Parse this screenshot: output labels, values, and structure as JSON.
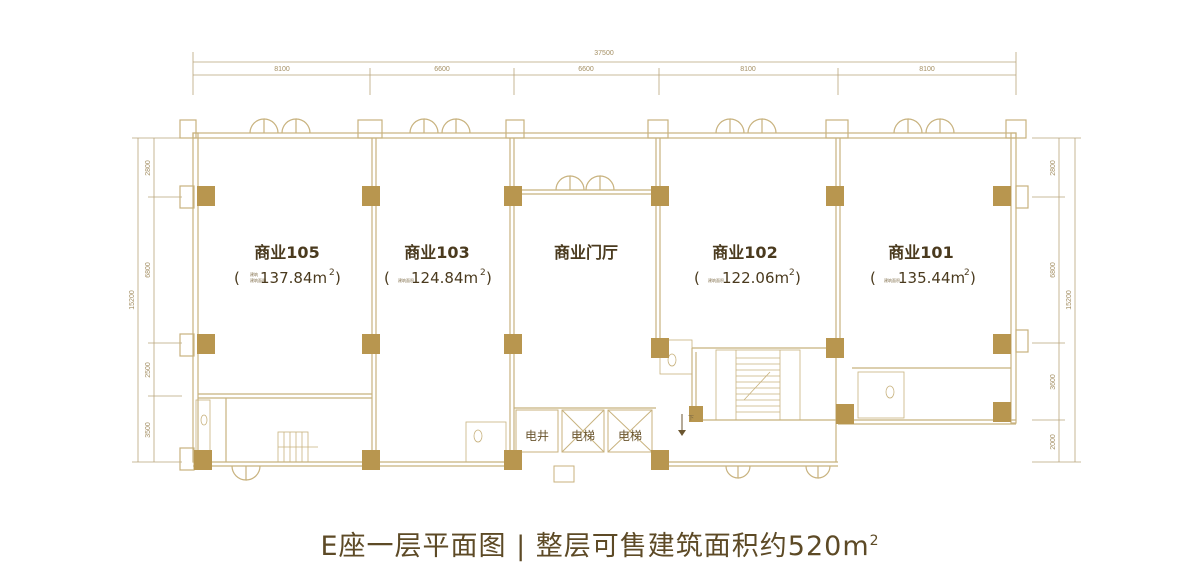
{
  "plan": {
    "colors": {
      "wall": "#c8b27e",
      "column": "#b8964f",
      "dim": "#a48f63",
      "text": "#4a3a1e"
    },
    "dimensions": {
      "total_top": "37500",
      "top_segments": [
        "8100",
        "6600",
        "6600",
        "8100",
        "8100"
      ],
      "left_total": "15200",
      "left_segments": [
        "2800",
        "6800",
        "2500",
        "3500"
      ],
      "right_total": "15200",
      "right_segments": [
        "2800",
        "6800",
        "3600",
        "2000"
      ]
    },
    "rooms": [
      {
        "name": "商业105",
        "tag": "建筑面积",
        "area": "137.84m",
        "sup": "2"
      },
      {
        "name": "商业103",
        "tag": "建筑面积",
        "area": "124.84m",
        "sup": "2"
      },
      {
        "name": "商业门厅"
      },
      {
        "name": "商业102",
        "tag": "建筑面积",
        "area": "122.06m",
        "sup": "2"
      },
      {
        "name": "商业101",
        "tag": "建筑面积",
        "area": "135.44m",
        "sup": "2"
      }
    ],
    "equipment": {
      "shaft": "电井",
      "elevator1": "电梯",
      "elevator2": "电梯"
    },
    "stair_note": "下"
  },
  "footer": {
    "title": "E座一层平面图",
    "separator": "|",
    "summary": "整层可售建筑面积约520m",
    "sup": "2"
  }
}
